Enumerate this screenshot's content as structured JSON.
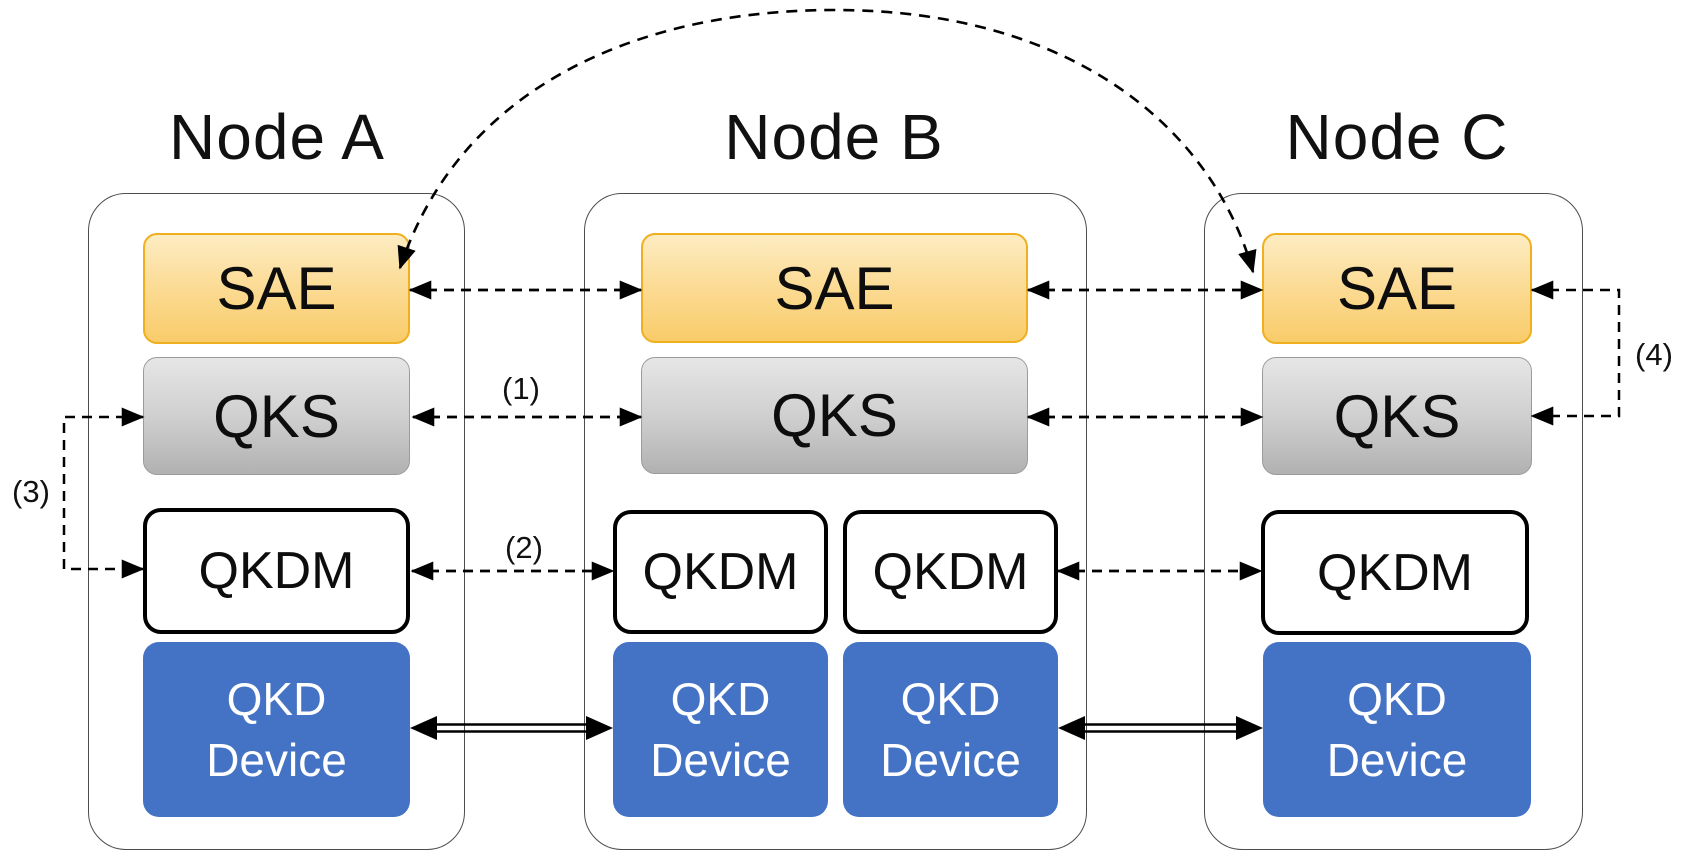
{
  "nodes": [
    {
      "title": "Node A",
      "components": {
        "sae": "SAE",
        "qks": "QKS",
        "qkdm": "QKDM",
        "qkd_device": [
          "QKD",
          "Device"
        ]
      }
    },
    {
      "title": "Node B",
      "components": {
        "sae": "SAE",
        "qks": "QKS",
        "qkdm_left": "QKDM",
        "qkdm_right": "QKDM",
        "qkd_device_left": [
          "QKD",
          "Device"
        ],
        "qkd_device_right": [
          "QKD",
          "Device"
        ]
      }
    },
    {
      "title": "Node C",
      "components": {
        "sae": "SAE",
        "qks": "QKS",
        "qkdm": "QKDM",
        "qkd_device": [
          "QKD",
          "Device"
        ]
      }
    }
  ],
  "connection_labels": {
    "qks_link_ab": "(1)",
    "qkdm_link_ab": "(2)",
    "qks_qkdm_link_a": "(3)",
    "sae_qks_link_c": "(4)"
  },
  "colors": {
    "sae_fill_top": "#FDECC2",
    "sae_fill_bottom": "#F9CC6A",
    "sae_border": "#EFAF1F",
    "qks_fill_top": "#E6E6E6",
    "qks_fill_bottom": "#B1B1B1",
    "qks_border": "#9B9B9B",
    "qkdm_fill": "#FFFFFF",
    "qkdm_border": "#000000",
    "qkd_device_fill": "#4472C4",
    "qkd_device_text": "#FFFFFF",
    "node_container_border": "#4D4D4D",
    "arrow_color": "#000000"
  }
}
